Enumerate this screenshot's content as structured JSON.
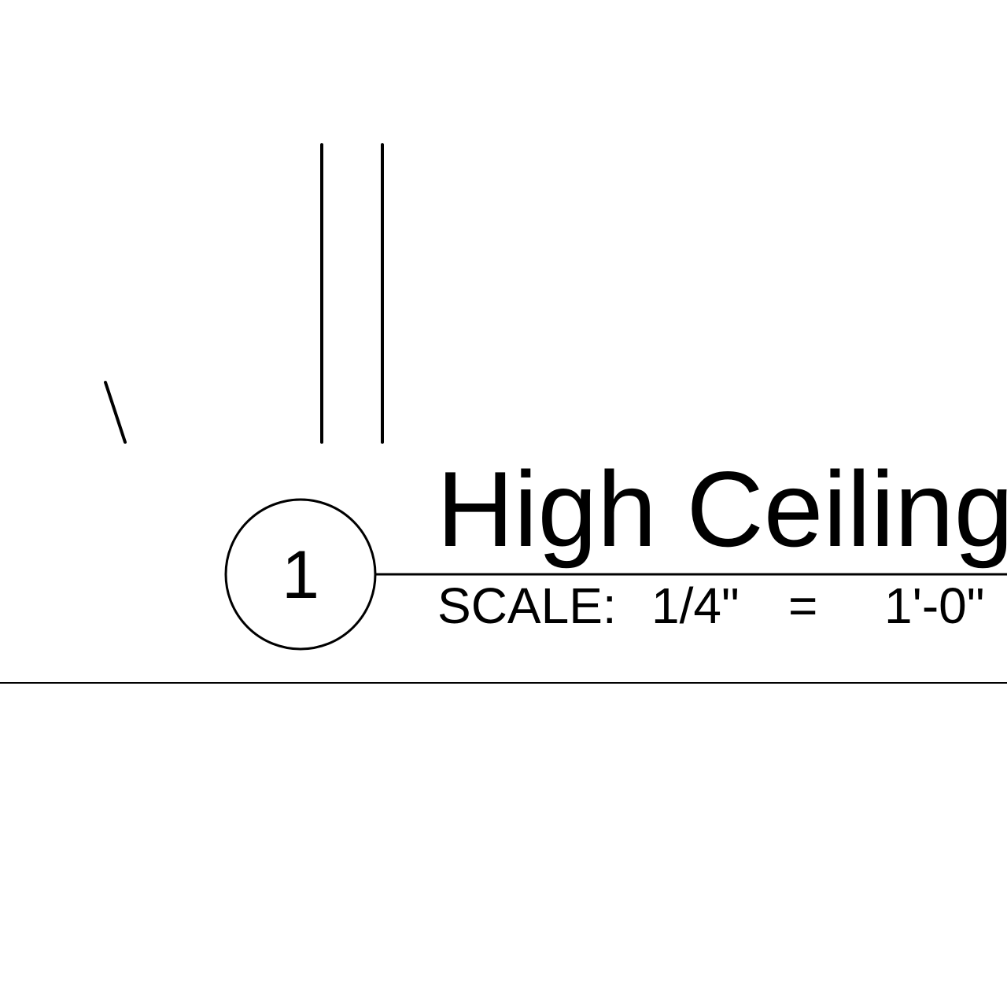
{
  "view_title": {
    "detail_number": "1",
    "name": "High Ceiling",
    "scale_prefix": "SCALE:",
    "scale_paper": "1/4\"",
    "scale_equals": "=",
    "scale_real": "1'-0\""
  },
  "colors": {
    "line": "#000000",
    "background": "#ffffff"
  }
}
